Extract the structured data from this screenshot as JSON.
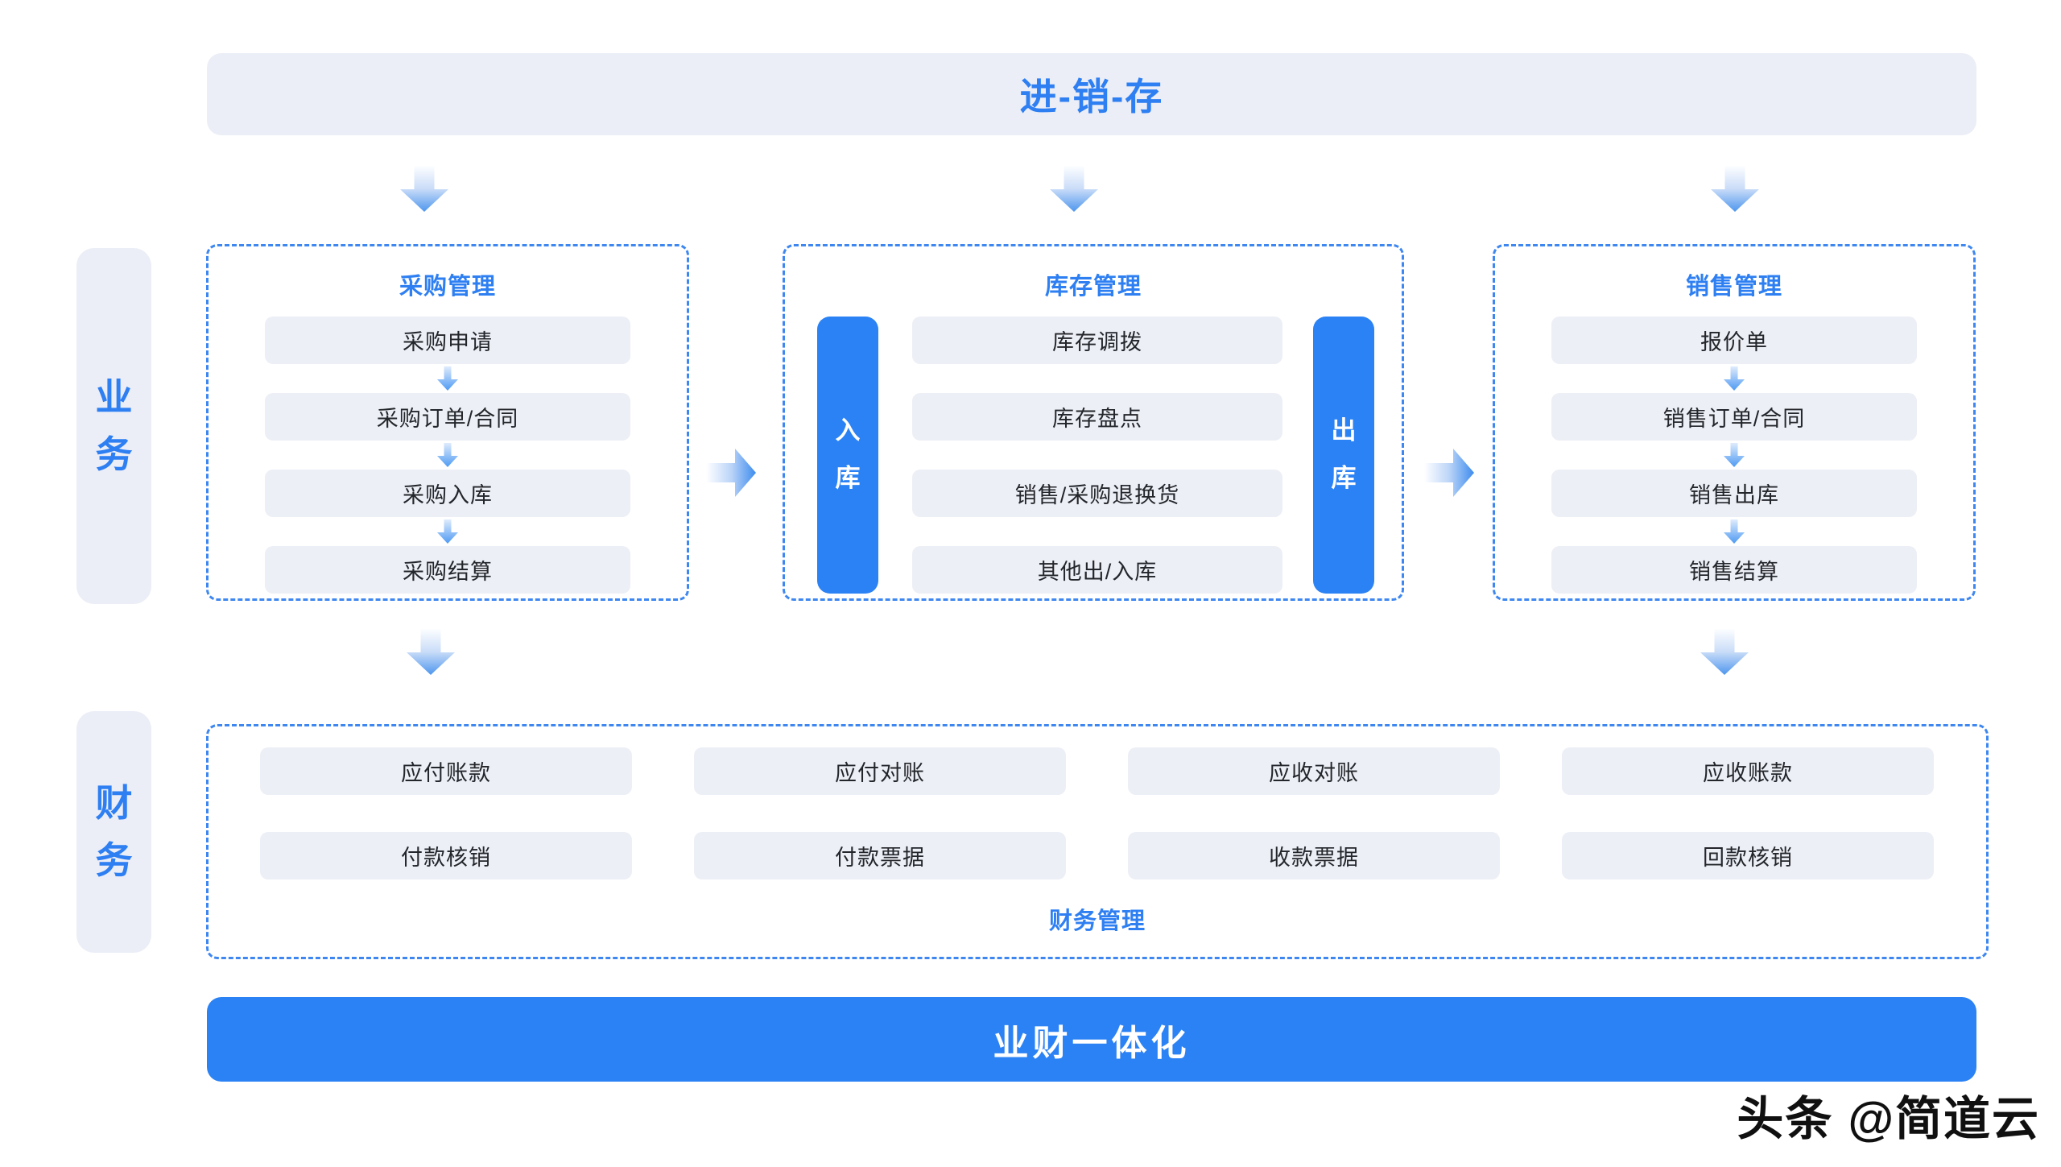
{
  "header": {
    "title": "进-销-存"
  },
  "side_labels": {
    "business": "业务",
    "finance": "财务"
  },
  "flow": {
    "procurement": {
      "title": "采购管理",
      "items": [
        "采购申请",
        "采购订单/合同",
        "采购入库",
        "采购结算"
      ]
    },
    "inventory": {
      "title": "库存管理",
      "inbound_label": "入库",
      "outbound_label": "出库",
      "items": [
        "库存调拨",
        "库存盘点",
        "销售/采购退换货",
        "其他出/入库"
      ]
    },
    "sales": {
      "title": "销售管理",
      "items": [
        "报价单",
        "销售订单/合同",
        "销售出库",
        "销售结算"
      ]
    }
  },
  "finance": {
    "title": "财务管理",
    "row1": [
      "应付账款",
      "应付对账",
      "应收对账",
      "应收账款"
    ],
    "row2": [
      "付款核销",
      "付款票据",
      "收款票据",
      "回款核销"
    ]
  },
  "footer": {
    "title": "业财一体化"
  },
  "watermark": {
    "text": "头条 @简道云"
  },
  "colors": {
    "accent_blue": "#2E7FF2",
    "solid_blue": "#2B82F4",
    "dashed_border": "#3E87F0",
    "node_bg": "#EDEFF6",
    "panel_bg": "#ECEEF7"
  }
}
